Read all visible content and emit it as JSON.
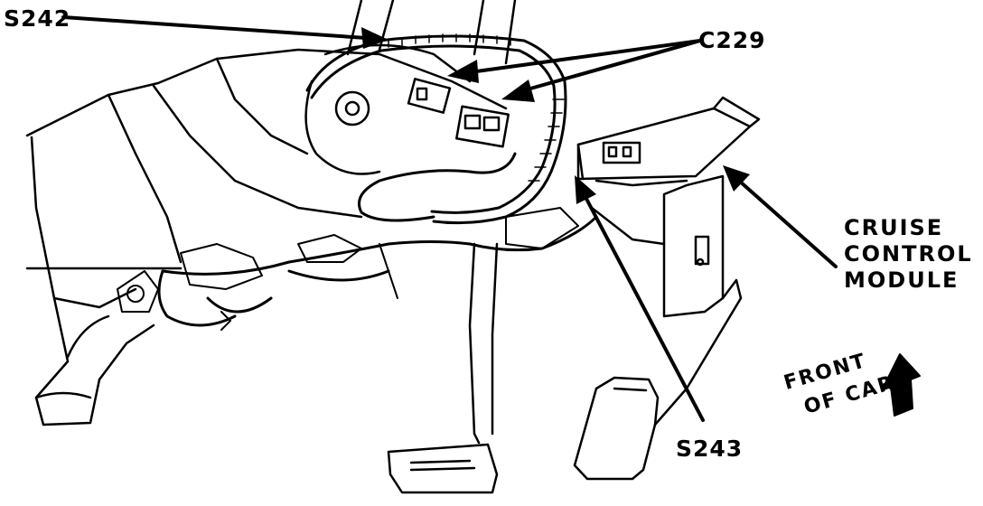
{
  "labels": {
    "s242": "S242",
    "c229": "C229",
    "s243": "S243",
    "cruise_line1": "CRUISE",
    "cruise_line2": "CONTROL",
    "cruise_line3": "MODULE",
    "front_line1": "FRONT",
    "front_line2": "OF CAR"
  },
  "colors": {
    "ink": "#000000",
    "paper": "#ffffff"
  },
  "icons": {
    "direction": "front-direction-arrow-icon"
  }
}
